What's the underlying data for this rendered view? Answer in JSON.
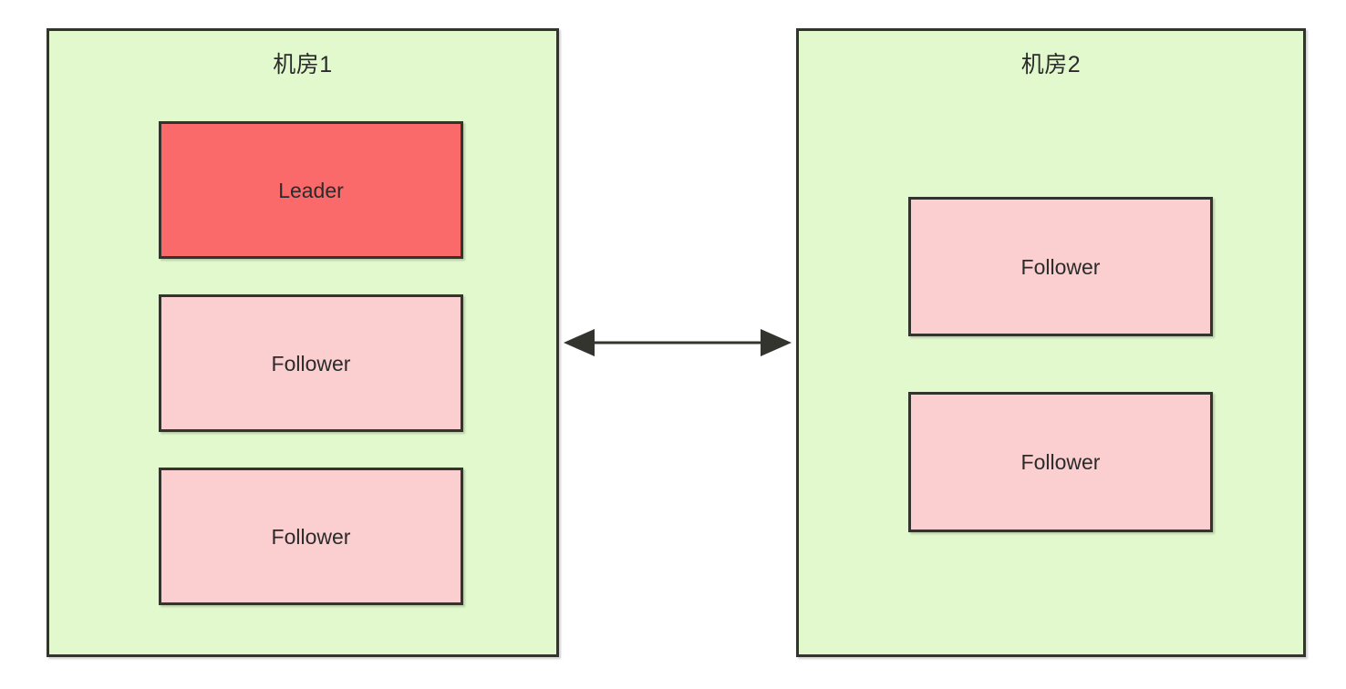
{
  "diagram": {
    "type": "deployment-topology",
    "background_color": "#ffffff",
    "colors": {
      "zone_fill": "#e2f9ce",
      "zone_border": "#33342e",
      "leader_fill": "#fa6a6a",
      "follower_fill": "#fbcfd0",
      "node_border": "#33342e",
      "text": "#2b2b2b",
      "arrow": "#33342e"
    },
    "zones": [
      {
        "id": "zone-1",
        "title": "机房1",
        "nodes": [
          {
            "id": "l-leader",
            "label": "Leader",
            "role": "leader"
          },
          {
            "id": "l-follower1",
            "label": "Follower",
            "role": "follower"
          },
          {
            "id": "l-follower2",
            "label": "Follower",
            "role": "follower"
          }
        ]
      },
      {
        "id": "zone-2",
        "title": "机房2",
        "nodes": [
          {
            "id": "r-follower1",
            "label": "Follower",
            "role": "follower"
          },
          {
            "id": "r-follower2",
            "label": "Follower",
            "role": "follower"
          }
        ]
      }
    ],
    "connections": [
      {
        "id": "zone-link",
        "from": "zone-1",
        "to": "zone-2",
        "label": "",
        "style": "double-headed-arrow"
      }
    ]
  }
}
